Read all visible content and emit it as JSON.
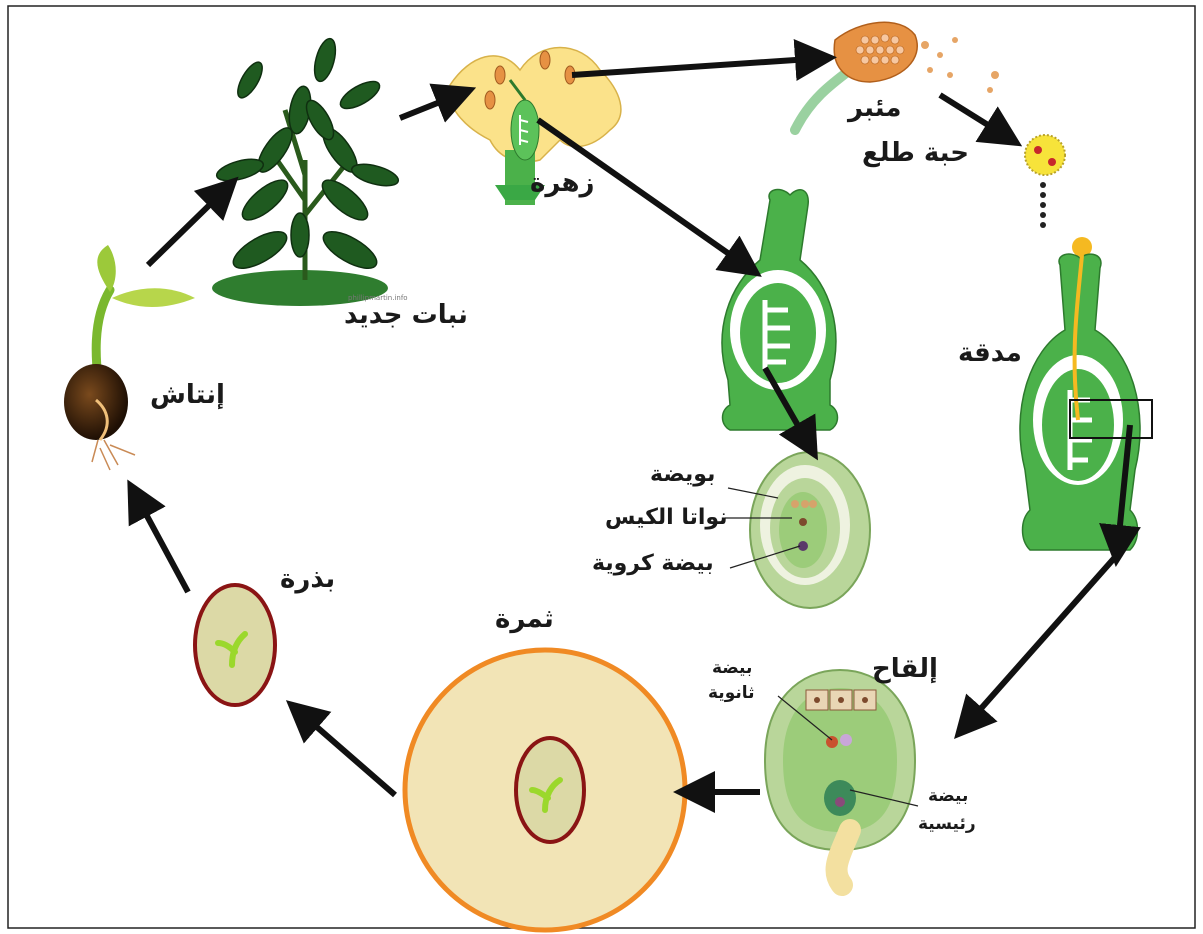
{
  "labels": {
    "new_plant": "نبات جديد",
    "flower": "زهرة",
    "stamen": "مئبر",
    "pollen": "حبة طلع",
    "pistil": "مدقة",
    "germination": "إنتاش",
    "ovule": "بويضة",
    "sac_nuclei": "نواتا الكيس",
    "spherical_egg": "بيضة كروية",
    "fertilization": "إلقاح",
    "secondary_egg_line1": "بيضة",
    "secondary_egg_line2": "ثانوية",
    "main_egg_line1": "بيضة",
    "main_egg_line2": "رئيسية",
    "fruit": "ثمرة",
    "seed": "بذرة"
  },
  "watermark": "phillipmartin.info",
  "colors": {
    "plant_green": "#3aa845",
    "leaf_dark": "#1f5a20",
    "flower_yellow": "#fbe28a",
    "anther_orange": "#e69143",
    "pollen_yellow": "#f7e33a",
    "pollen_tube": "#f5b921",
    "ovule_green": "#b9d69a",
    "fruit_fill": "#f2e4b6",
    "fruit_rim": "#f08a24",
    "seed_rim": "#8a1414",
    "seed_fill": "#dcd9a6",
    "embryo": "#9bd82c",
    "arrow": "#111111"
  },
  "icons": [
    "germinating-seed-icon",
    "plant-icon",
    "flower-icon",
    "anther-icon",
    "pollen-grain-icon",
    "pistil-icon",
    "ovule-icon",
    "fertilized-ovule-icon",
    "fruit-icon",
    "seed-icon"
  ]
}
